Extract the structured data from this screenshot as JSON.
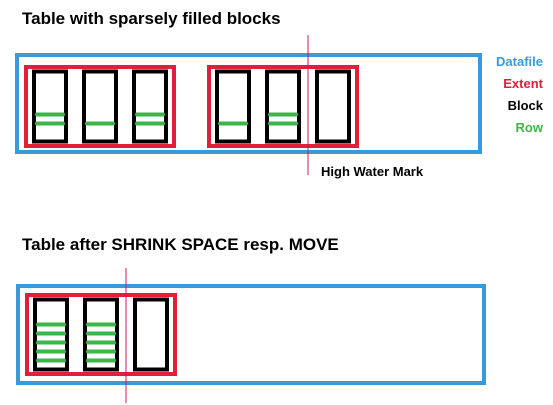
{
  "titles": {
    "before": "Table with sparsely filled blocks",
    "after": "Table after SHRINK SPACE resp. MOVE"
  },
  "legend": [
    {
      "label": "Datafile",
      "color": "#3a9ad9"
    },
    {
      "label": "Extent",
      "color": "#e0203a"
    },
    {
      "label": "Block",
      "color": "#000000"
    },
    {
      "label": "Row",
      "color": "#3cb54a"
    }
  ],
  "hwm_label": "High Water Mark",
  "colors": {
    "datafile": "#3a9ad9",
    "extent": "#e0203a",
    "block": "#000000",
    "row": "#3cb54a",
    "hwm_line": "#c8186b"
  },
  "before_state": {
    "extents": [
      {
        "blocks": [
          {
            "rows": 2
          },
          {
            "rows": 1
          },
          {
            "rows": 2
          }
        ]
      },
      {
        "blocks": [
          {
            "rows": 1
          },
          {
            "rows": 2
          },
          {
            "rows": 0
          }
        ]
      }
    ],
    "hwm_after_extent": 2,
    "hwm_after_block": 2
  },
  "after_state": {
    "extents": [
      {
        "blocks": [
          {
            "rows": 5
          },
          {
            "rows": 5
          },
          {
            "rows": 0
          }
        ]
      }
    ],
    "hwm_after_extent": 1,
    "hwm_after_block": 2
  }
}
